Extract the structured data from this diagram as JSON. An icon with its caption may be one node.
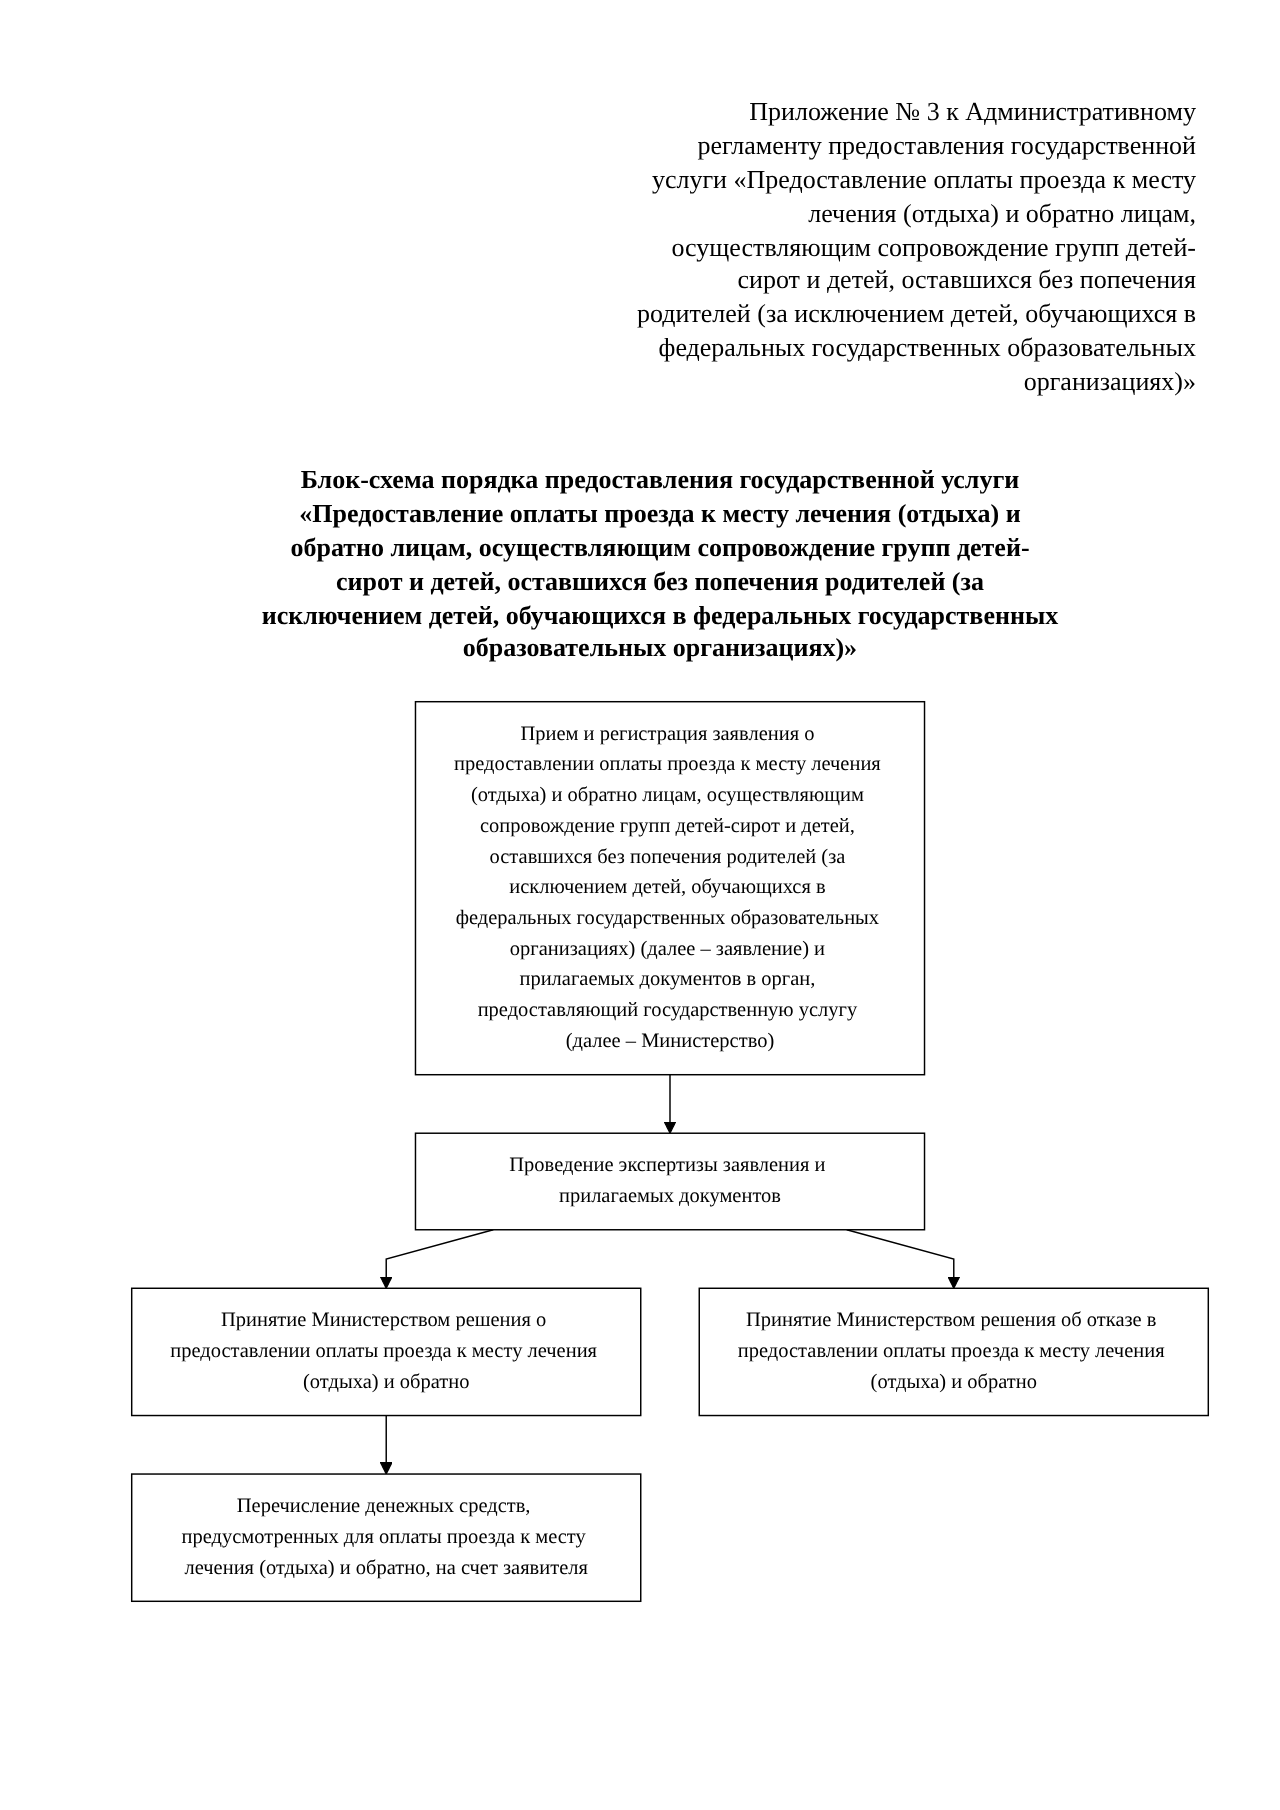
{
  "diagram": {
    "title": "Блок-схема порядка предоставления государственной услуги «Предоставление оплаты проезда к месту лечения (отдыха) и обратно лицам, осуществляющим сопровождение групп детей-сирот и детей, оставшихся без попечения родителей (за исключением детей, обучающихся в федеральных государственных образовательных организациях)»",
    "nodes": [
      {
        "text": [
          "Прием и регистрация заявления о предоставлении оплаты проезда к месту лечения (отдыха) и обратно лицам, осуществляющим сопровождение групп детей-сирот и детей, оставшихся без попечения родителей (за исключением детей, обучающихся в федеральных государственных образовательных организациях) (далее – заявление) и прилагаемых документов в орган, предоставляющий государственную услугу (далее – Министерство)"
        ]
      },
      {
        "text": [
          "Проведение экспертизы заявления и прилагаемых документов"
        ]
      },
      {
        "text": [
          "Принятие Министерством решения о предоставлении оплаты проезда к месту лечения (отдыха) и обратно"
        ]
      },
      {
        "text": [
          "Принятие Министерством решения об отказе в предоставлении оплаты проезда к месту лечения (отдыха) и обратно"
        ]
      },
      {
        "text": [
          "Перечисление денежных средств, предусмотренных для оплаты проезда к месту лечения (отдыха) и обратно, на счет заявителя"
        ]
      }
    ],
    "edges": [
      {
        "from": 0,
        "to": 1,
        "arrow": "to"
      },
      {
        "from": 1,
        "to": 2,
        "arrow": "to"
      },
      {
        "from": 1,
        "to": 3,
        "arrow": "to"
      },
      {
        "from": 2,
        "to": 4,
        "arrow": "to"
      }
    ],
    "labels": [
      "Приложение № 3 к Административному регламенту предоставления государственной услуги «Предоставление оплаты проезда к месту лечения (отдыха) и обратно лицам, осуществляющим сопровождение групп детей-сирот и детей, оставшихся без попечения родителей (за исключением детей, обучающихся в федеральных государственных образовательных организациях)»"
    ]
  }
}
